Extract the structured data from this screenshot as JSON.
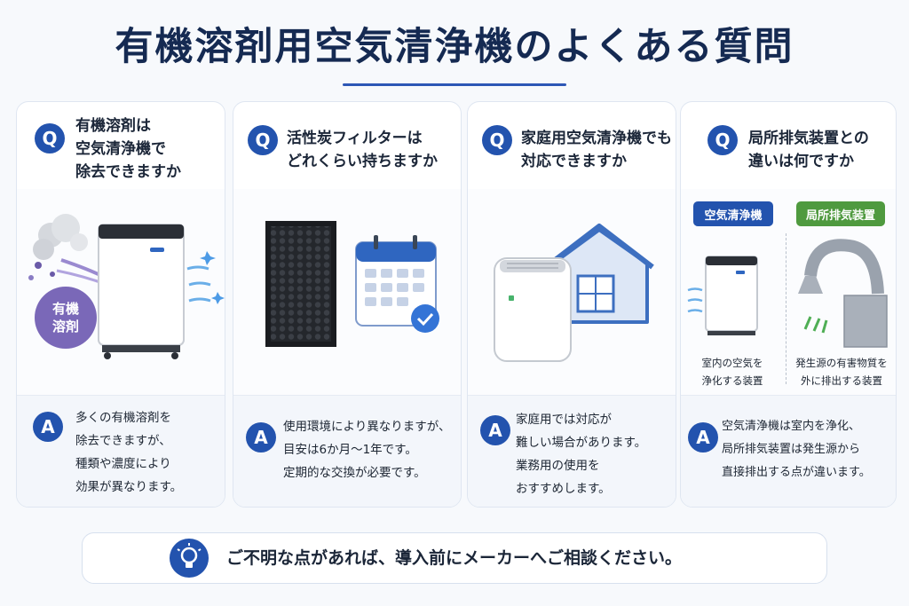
{
  "title": "有機溶剤用空気清浄機のよくある質問",
  "q_mark": "Q",
  "a_mark": "A",
  "cards": [
    {
      "question": "有機溶剤は\n空気清浄機で\n除去できますか",
      "answer": "多くの有機溶剤を\n除去できますが、\n種類や濃度により\n効果が異なります。",
      "bubble": "有機\n溶剤"
    },
    {
      "question": "活性炭フィルターは\nどれくらい持ちますか",
      "answer": "使用環境により異なりますが、\n目安は6か月〜1年です。\n定期的な交換が必要です。"
    },
    {
      "question": "家庭用空気清浄機でも\n対応できますか",
      "answer": "家庭用では対応が\n難しい場合があります。\n業務用の使用を\nおすすめします。"
    },
    {
      "question": "局所排気装置との\n違いは何ですか",
      "answer": "空気清浄機は室内を浄化、\n局所排気装置は発生源から\n直接排出する点が違います。",
      "tag_left": "空気清浄機",
      "tag_right": "局所排気装置",
      "caption_left": "室内の空気を\n浄化する装置",
      "caption_right": "発生源の有害物質を\n外に排出する装置"
    }
  ],
  "footer": "ご不明な点があれば、導入前にメーカーへご相談ください。",
  "colors": {
    "title": "#152a52",
    "badge": "#2353ae",
    "tag_left": "#2353ae",
    "tag_right": "#4f9a3f"
  }
}
